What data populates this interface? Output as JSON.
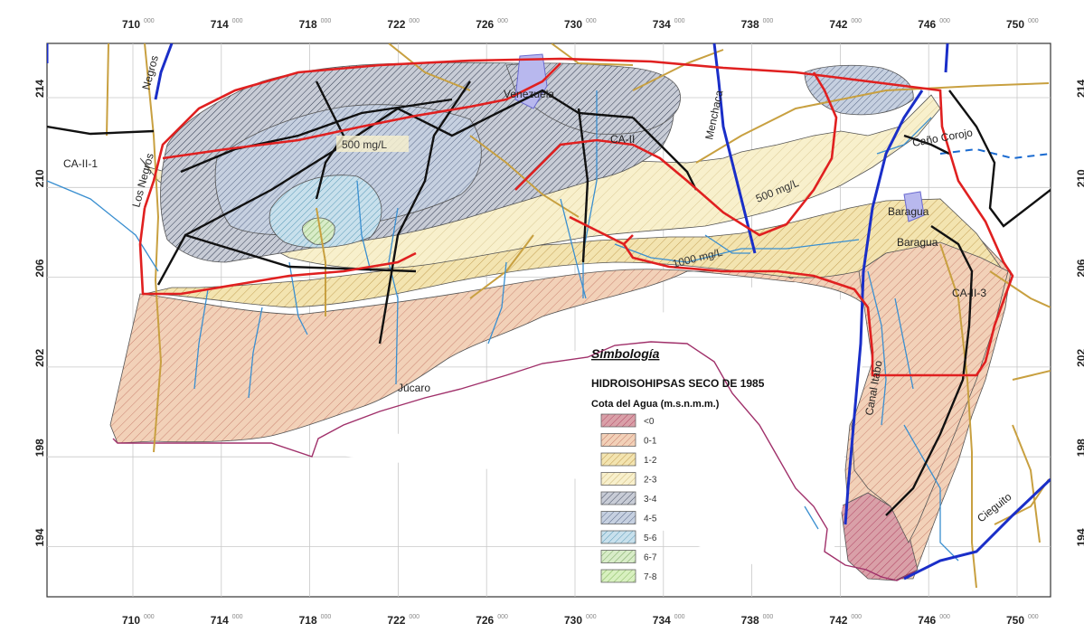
{
  "axes": {
    "x_ticks": [
      "710",
      "714",
      "718",
      "722",
      "726",
      "730",
      "734",
      "738",
      "742",
      "746",
      "750"
    ],
    "y_ticks": [
      "214",
      "210",
      "206",
      "202",
      "198",
      "194"
    ],
    "tick_suffix": "000"
  },
  "places": {
    "ca_ii_1": "CA-II-1",
    "los_negros": "Los Negros",
    "negros": "Negros",
    "venezuela": "Venezuela",
    "ca_ii": "CA-II",
    "menchaca": "Menchaca",
    "caño_corojo": "Caño Corojo",
    "baragua_1": "Baragua",
    "baragua_2": "Baragua",
    "ca_ii_3": "CA-II-3",
    "jucaro": "Júcaro",
    "canal_itabo": "Canal Itabo",
    "cieguito": "Cieguito"
  },
  "isolines": {
    "iso_500_a": "500 mg/L",
    "iso_500_b": "500 mg/L",
    "iso_1000": "1000 mg/L"
  },
  "legend": {
    "heading": "Simbología",
    "title": "HIDROISOHIPSAS SECO DE 1985",
    "subtitle": "Cota del Agua (m.s.n.m.m.)",
    "items": [
      {
        "label": "<0",
        "color": "#d9a0a8",
        "hatch": "#b04060"
      },
      {
        "label": "0-1",
        "color": "#f2d1b8",
        "hatch": "#c07060"
      },
      {
        "label": "1-2",
        "color": "#f3e4b0",
        "hatch": "#b89040"
      },
      {
        "label": "2-3",
        "color": "#f8f0cc",
        "hatch": "#c8b070"
      },
      {
        "label": "3-4",
        "color": "#c8ccd6",
        "hatch": "#303a50"
      },
      {
        "label": "4-5",
        "color": "#c6d0e0",
        "hatch": "#506080"
      },
      {
        "label": "5-6",
        "color": "#c8e0ec",
        "hatch": "#4a90b0"
      },
      {
        "label": "6-7",
        "color": "#d8ecc8",
        "hatch": "#6a9a50"
      },
      {
        "label": "7-8",
        "color": "#d8f0c0",
        "hatch": "#7ab050"
      }
    ]
  },
  "colors": {
    "boundary": "#e02020",
    "canal": "#1a2ec8",
    "stream": "#3a8fd0",
    "road": "#c8a040",
    "rail": "#111111",
    "coast": "#a0306a",
    "grid": "#c8c8c8"
  }
}
